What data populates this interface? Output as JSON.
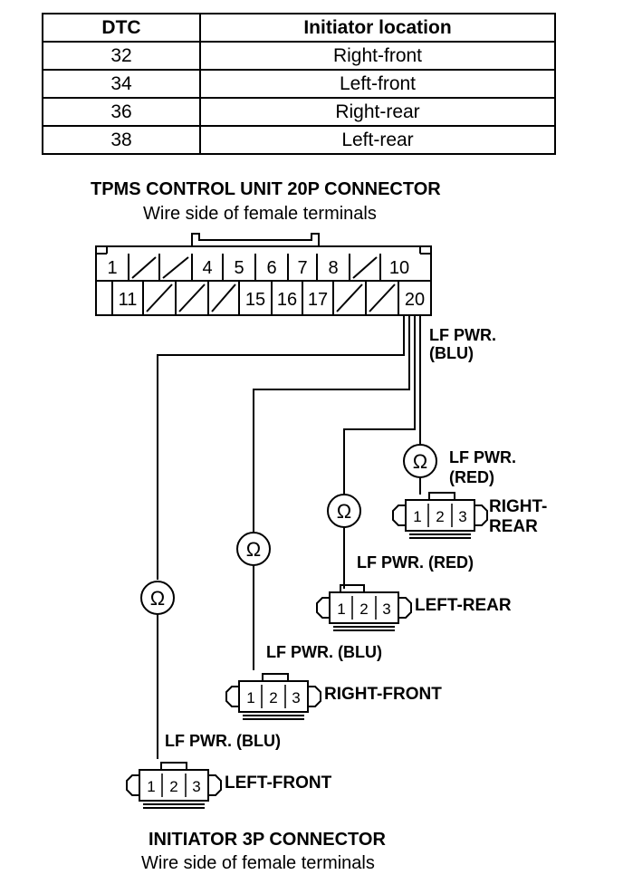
{
  "table": {
    "headers": [
      "DTC",
      "Initiator location"
    ],
    "rows": [
      [
        "32",
        "Right-front"
      ],
      [
        "34",
        "Left-front"
      ],
      [
        "36",
        "Right-rear"
      ],
      [
        "38",
        "Left-rear"
      ]
    ]
  },
  "control_unit": {
    "title": "TPMS CONTROL UNIT 20P CONNECTOR",
    "subtitle": "Wire side of female terminals",
    "top_row": [
      "1",
      "",
      "",
      "4",
      "5",
      "6",
      "7",
      "8",
      "",
      "10"
    ],
    "bottom_row": [
      "11",
      "",
      "",
      "",
      "15",
      "16",
      "17",
      "",
      "20"
    ]
  },
  "wire_label_main": {
    "line1": "LF PWR.",
    "line2": "(BLU)"
  },
  "ohm_symbol": "Ω",
  "initiators": [
    {
      "location": "RIGHT-",
      "location2": "REAR",
      "wire": "LF PWR.",
      "wire2": "(RED)",
      "pins": [
        "1",
        "2",
        "3"
      ]
    },
    {
      "location": "LEFT-REAR",
      "wire": "LF PWR. (RED)",
      "pins": [
        "1",
        "2",
        "3"
      ]
    },
    {
      "location": "RIGHT-FRONT",
      "wire": "LF PWR. (BLU)",
      "pins": [
        "1",
        "2",
        "3"
      ]
    },
    {
      "location": "LEFT-FRONT",
      "wire": "LF PWR. (BLU)",
      "pins": [
        "1",
        "2",
        "3"
      ]
    }
  ],
  "footer": {
    "title": "INITIATOR 3P CONNECTOR",
    "subtitle": "Wire side of female terminals"
  }
}
